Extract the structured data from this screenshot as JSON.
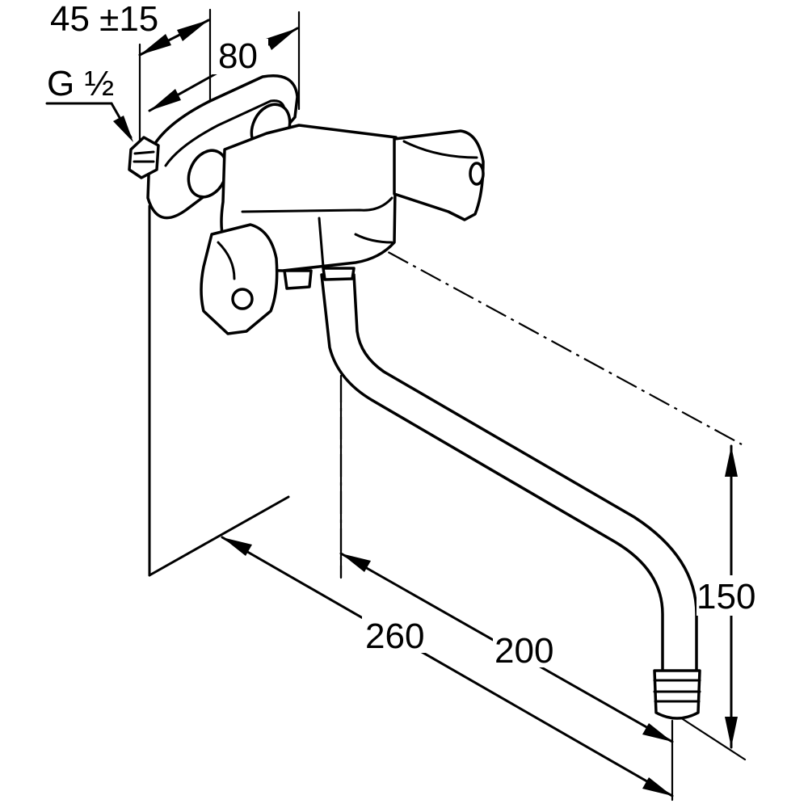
{
  "diagram": {
    "labels": {
      "depth": "45 ±15",
      "centers": "80",
      "thread": "G ½",
      "total_projection": "260",
      "spout_projection": "200",
      "spout_height": "150"
    }
  }
}
